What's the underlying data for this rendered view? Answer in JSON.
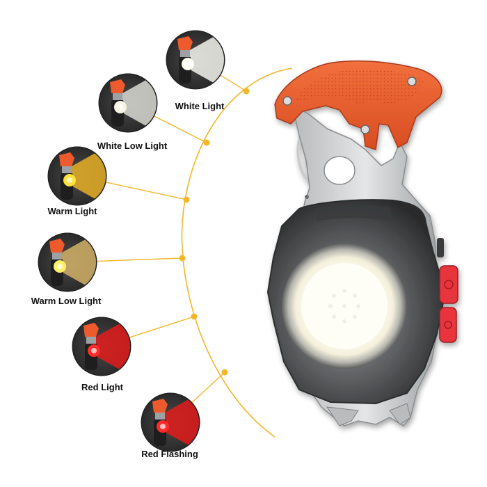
{
  "modes": [
    {
      "label": "White Light",
      "beam_color": "#f4f4ee",
      "led_color": "#fffff4"
    },
    {
      "label": "White Low Light",
      "beam_color": "#d9d9d3",
      "led_color": "#f7f4e4"
    },
    {
      "label": "Warm Light",
      "beam_color": "#e6b027",
      "led_color": "#ffe33a"
    },
    {
      "label": "Warm Low Light",
      "beam_color": "#d2b169",
      "led_color": "#fff06a"
    },
    {
      "label": "Red Light",
      "beam_color": "#e21b1b",
      "led_color": "#ff2a2a"
    },
    {
      "label": "Red Flashing",
      "beam_color": "#e21b1b",
      "led_color": "#ff2a2a"
    }
  ],
  "colors": {
    "connector": "#f3b628",
    "housing_orange": "#ec5a2d",
    "body_gray": "#8d9092",
    "lens_glow": "#fffdf2",
    "button_red": "#e8343c"
  }
}
